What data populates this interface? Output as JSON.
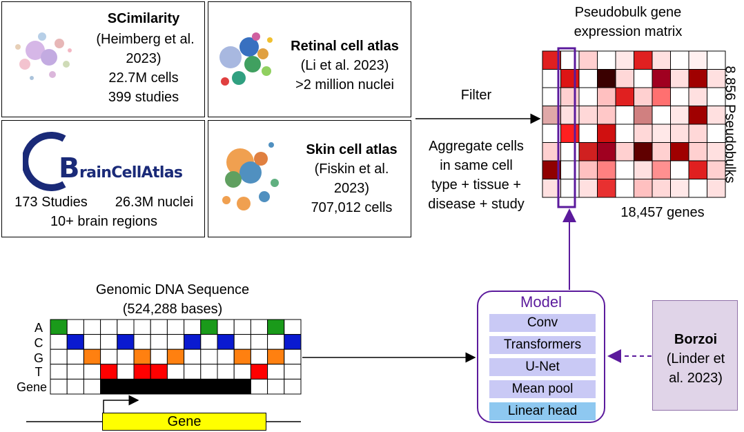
{
  "atlases": {
    "scimilarity": {
      "name": "SCimilarity",
      "ref1": "(Heimberg et al.",
      "ref2": "2023)",
      "cells": "22.7M cells",
      "studies": "399 studies"
    },
    "retinal": {
      "name": "Retinal cell atlas",
      "ref": "(Li et al. 2023)",
      "nuclei": ">2 million nuclei"
    },
    "brain": {
      "logo_text": "BrainCellAtlas",
      "studies": "173 Studies",
      "nuclei": "26.3M nuclei",
      "regions": "10+ brain regions"
    },
    "skin": {
      "name": "Skin cell atlas",
      "ref1": "(Fiskin et al.",
      "ref2": "2023)",
      "cells": "707,012 cells"
    }
  },
  "middle": {
    "filter": "Filter",
    "aggregate": [
      "Aggregate cells",
      "in same cell",
      "type + tissue +",
      "disease + study"
    ]
  },
  "matrix": {
    "title1": "Pseudobulk gene",
    "title2": "expression matrix",
    "row_label": "8,856 Pseudobulks",
    "col_label": "18,457 genes",
    "cells": [
      [
        "#e02020",
        "#ffffff",
        "#ffd0d0",
        "#ffffff",
        "#ffe8e8",
        "#e02020",
        "#ffe0e0",
        "#ffffff",
        "#fff0f0",
        "#ffffff"
      ],
      [
        "#ffffff",
        "#dd1515",
        "#ffffff",
        "#3a0000",
        "#ffd8d8",
        "#ffffff",
        "#a00020",
        "#ffe0e0",
        "#a00000",
        "#ffe0e0"
      ],
      [
        "#ffffff",
        "#ffd0d0",
        "#ffffff",
        "#ffc0c0",
        "#e02020",
        "#ffd0d0",
        "#ff7070",
        "#ffffff",
        "#ffe0e0",
        "#ffffff"
      ],
      [
        "#e0a8a8",
        "#ffe0e0",
        "#ffd8d8",
        "#ffc8c8",
        "#ffffff",
        "#d08080",
        "#ffffff",
        "#ffe8e8",
        "#a00000",
        "#ffe0e0"
      ],
      [
        "#ffffff",
        "#ff2020",
        "#ffffff",
        "#d01010",
        "#ffffff",
        "#ffd8d8",
        "#ffe8e8",
        "#ffe0e0",
        "#ffd8d8",
        "#ffffff"
      ],
      [
        "#ffd0d0",
        "#ffffff",
        "#d02020",
        "#a00020",
        "#ffd0d0",
        "#600000",
        "#ffd0d0",
        "#a00000",
        "#ffd0d0",
        "#ffe0e0"
      ],
      [
        "#900000",
        "#ffffff",
        "#ffc0c0",
        "#ff8080",
        "#ffffff",
        "#ffe0e0",
        "#ff9090",
        "#ffffff",
        "#e02020",
        "#ffd0d0"
      ],
      [
        "#ffe0e0",
        "#ffffff",
        "#ffe0e0",
        "#e83030",
        "#ffffff",
        "#ffc0c0",
        "#ffd8d8",
        "#ffe8e8",
        "#ffffff",
        "#ffe0e0"
      ]
    ]
  },
  "dna": {
    "title1": "Genomic DNA Sequence",
    "title2": "(524,288 bases)",
    "row_labels": [
      "A",
      "C",
      "G",
      "T",
      "Gene"
    ],
    "gene_label": "Gene",
    "colors": {
      "A": "#1a9a1a",
      "C": "#0a1ad0",
      "G": "#ff8010",
      "T": "#ff0000",
      "gene": "#000000",
      "gene_bar": "#ffff00"
    },
    "tracks": {
      "A": [
        0,
        9,
        13
      ],
      "C": [
        1,
        4,
        8,
        10,
        14
      ],
      "G": [
        2,
        5,
        7,
        11,
        13
      ],
      "T": [
        3,
        5,
        6,
        12
      ],
      "Gene": [
        3,
        4,
        5,
        6,
        7,
        8,
        9,
        10,
        11
      ]
    }
  },
  "model": {
    "title": "Model",
    "layers": [
      "Conv",
      "Transformers",
      "U-Net",
      "Mean pool",
      "Linear head"
    ]
  },
  "borzoi": {
    "name": "Borzoi",
    "ref1": "(Linder et",
    "ref2": "al. 2023)"
  },
  "colors": {
    "model_accent": "#5b1a9c",
    "layer_fill": "#c9c9f5",
    "head_fill": "#8ec8f0",
    "borzoi_fill": "#e0d4e8"
  }
}
